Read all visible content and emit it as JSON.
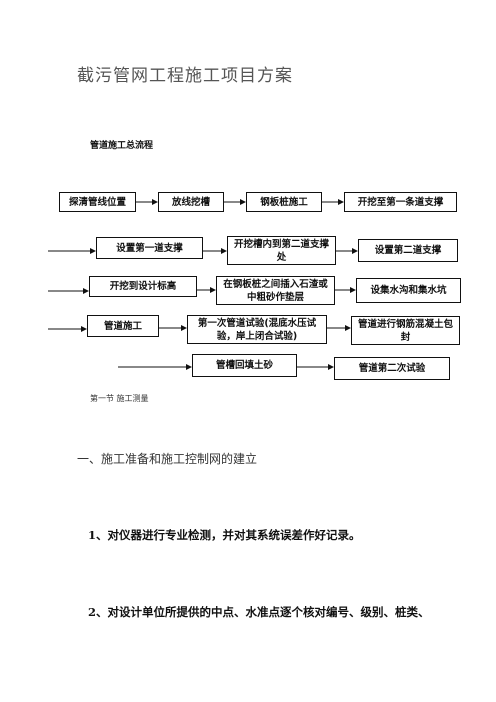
{
  "document": {
    "title": "截污管网工程施工项目方案",
    "subtitle": "管道施工总流程",
    "section_note": "第一节  施工测量",
    "heading": "一、施工准备和施工控制网的建立",
    "paragraphs": [
      "1、对仪器进行专业检测，并对其系统误差作好记录。",
      "2、对设计单位所提供的中点、水准点逐个核对编号、级别、桩类、"
    ]
  },
  "flowchart": {
    "row1": [
      "探清管线位置",
      "放线挖槽",
      "钢板桩施工",
      "开挖至第一条道支撑"
    ],
    "row2": [
      "设置第一道支撑",
      "开挖槽内到第二道支撑处",
      "设置第二道支撑"
    ],
    "row3": [
      "开挖到设计标高",
      "在钢板桩之间插入石渣或中粗砂作垫层",
      "设集水沟和集水坑"
    ],
    "row4": [
      "管道施工",
      "第一次管道试验(混底水压试验，岸上闭合试验)",
      "管道进行钢筋混凝土包封"
    ],
    "row5": [
      "管槽回填土砂",
      "管道第二次试验"
    ]
  }
}
